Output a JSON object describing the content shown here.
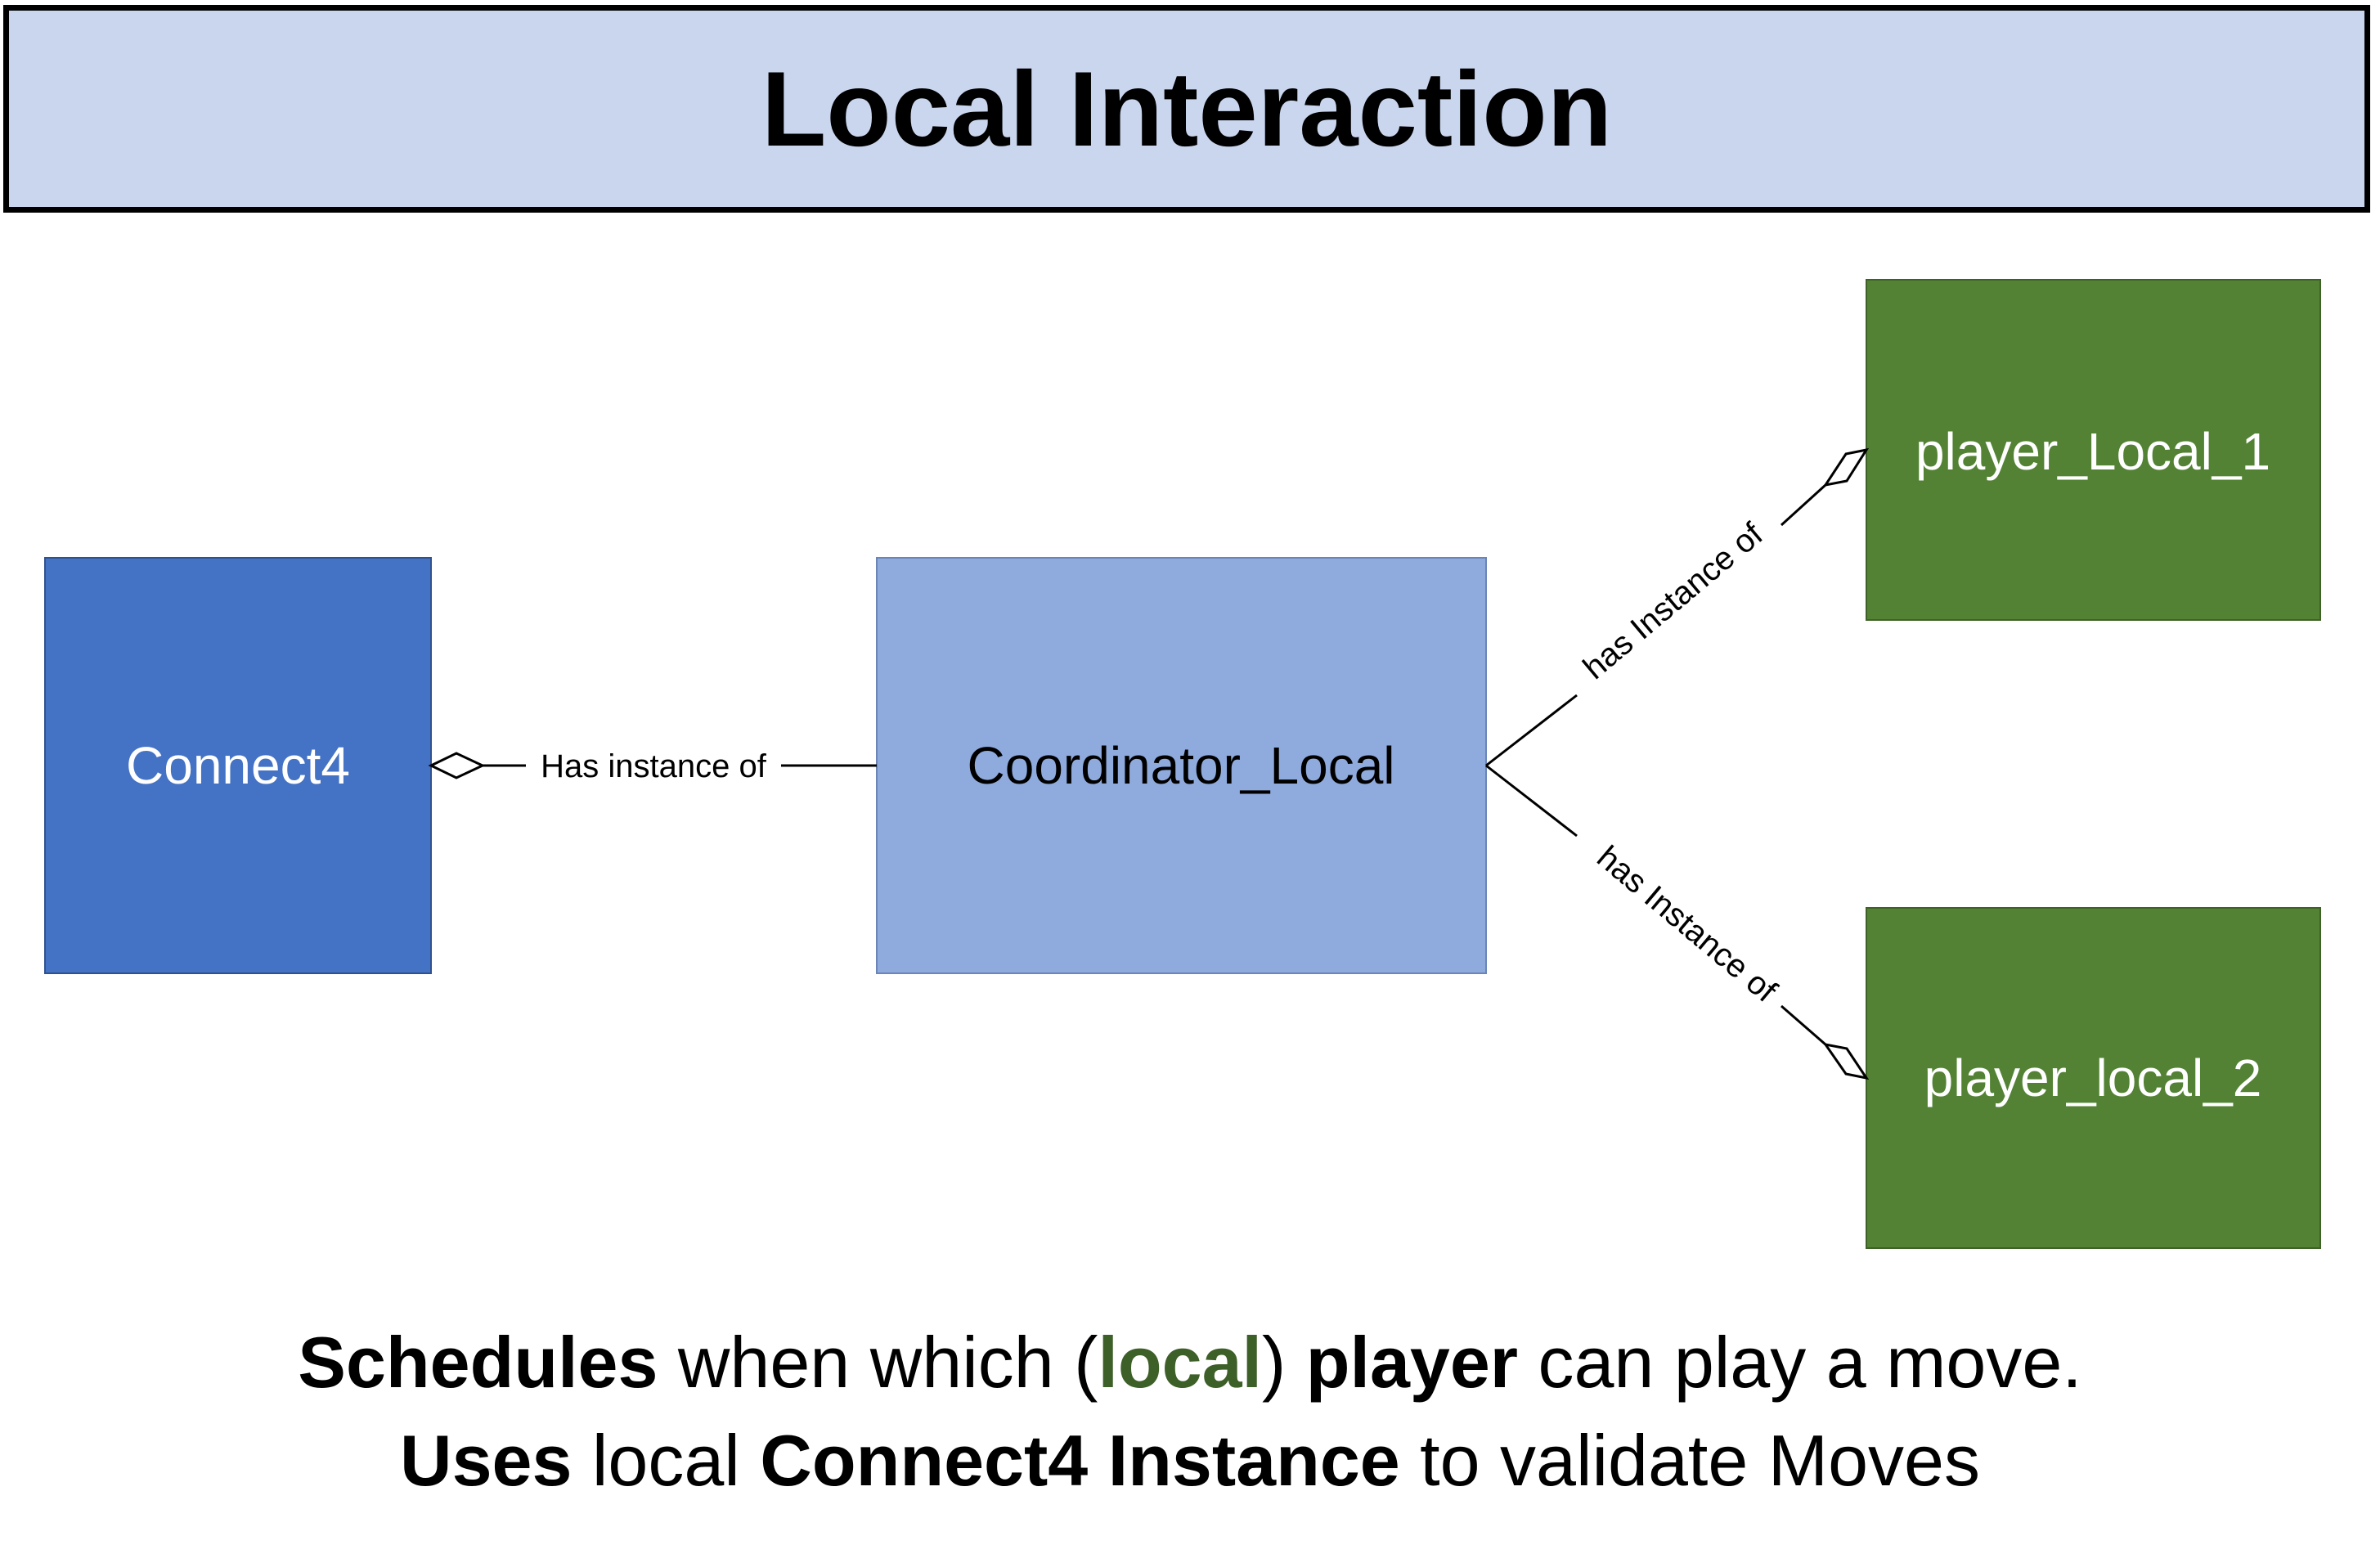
{
  "title": "Local Interaction",
  "nodes": {
    "connect4": {
      "label": "Connect4",
      "fill": "#4472c4",
      "text_color": "#ffffff"
    },
    "coordinator": {
      "label": "Coordinator_Local",
      "fill": "#8faadc",
      "text_color": "#000000"
    },
    "player1": {
      "label": "player_Local_1",
      "fill": "#548235",
      "text_color": "#ffffff"
    },
    "player2": {
      "label": "player_local_2",
      "fill": "#548235",
      "text_color": "#ffffff"
    }
  },
  "edges": {
    "connect4_coordinator": {
      "label": "Has instance of",
      "type": "aggregation"
    },
    "coordinator_player1": {
      "label": "has Instance of",
      "type": "aggregation"
    },
    "coordinator_player2": {
      "label": "has Instance of",
      "type": "aggregation"
    }
  },
  "caption": {
    "line1": {
      "part1": "Schedules",
      "part2": " when which (",
      "part3": "local",
      "part4": ") ",
      "part5": "player",
      "part6": " can play a move."
    },
    "line2": {
      "part1": "Uses",
      "part2": " local ",
      "part3": "Connect4 Instance",
      "part4": " to validate Moves"
    }
  },
  "colors": {
    "title_background": "#c9d6ee",
    "local_highlight": "#3d5f28"
  }
}
